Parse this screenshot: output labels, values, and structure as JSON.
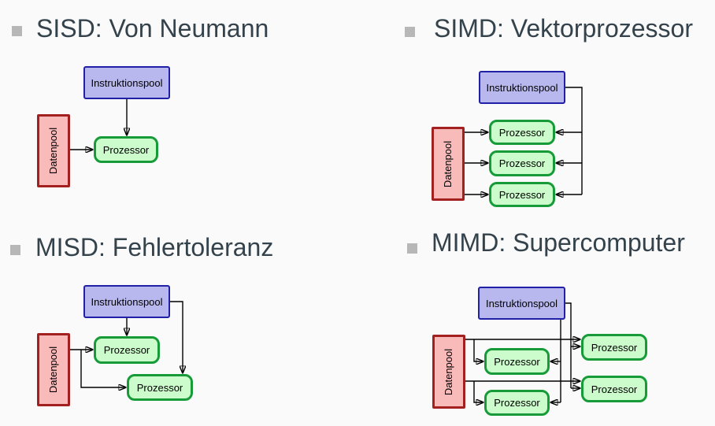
{
  "page": {
    "background": "#fafafa"
  },
  "panels": [
    {
      "id": "sisd",
      "title": "SISD: Von Neumann",
      "instruction_pools": 1,
      "data_pools": 1,
      "processors": 1
    },
    {
      "id": "simd",
      "title": "SIMD: Vektorprozessor",
      "instruction_pools": 1,
      "data_pools": 1,
      "processors": 3
    },
    {
      "id": "misd",
      "title": "MISD: Fehlertoleranz",
      "instruction_pools": 1,
      "data_pools": 1,
      "processors": 2
    },
    {
      "id": "mimd",
      "title": "MIMD: Supercomputer",
      "instruction_pools": 1,
      "data_pools": 1,
      "processors": 4
    }
  ],
  "labels": {
    "instruction_pool": "Instruktionspool",
    "data_pool": "Datenpool",
    "processor": "Prozessor"
  },
  "colors": {
    "background": "#fafafa",
    "heading_text": "#34424c",
    "bullet": "#b7b7b7",
    "instruction_fill": "#b8b8ee",
    "instruction_border": "#2121a8",
    "processor_fill": "#ccfccc",
    "processor_border": "#169b38",
    "data_fill": "#f9baba",
    "data_border": "#a32020",
    "wire": "#000000"
  }
}
